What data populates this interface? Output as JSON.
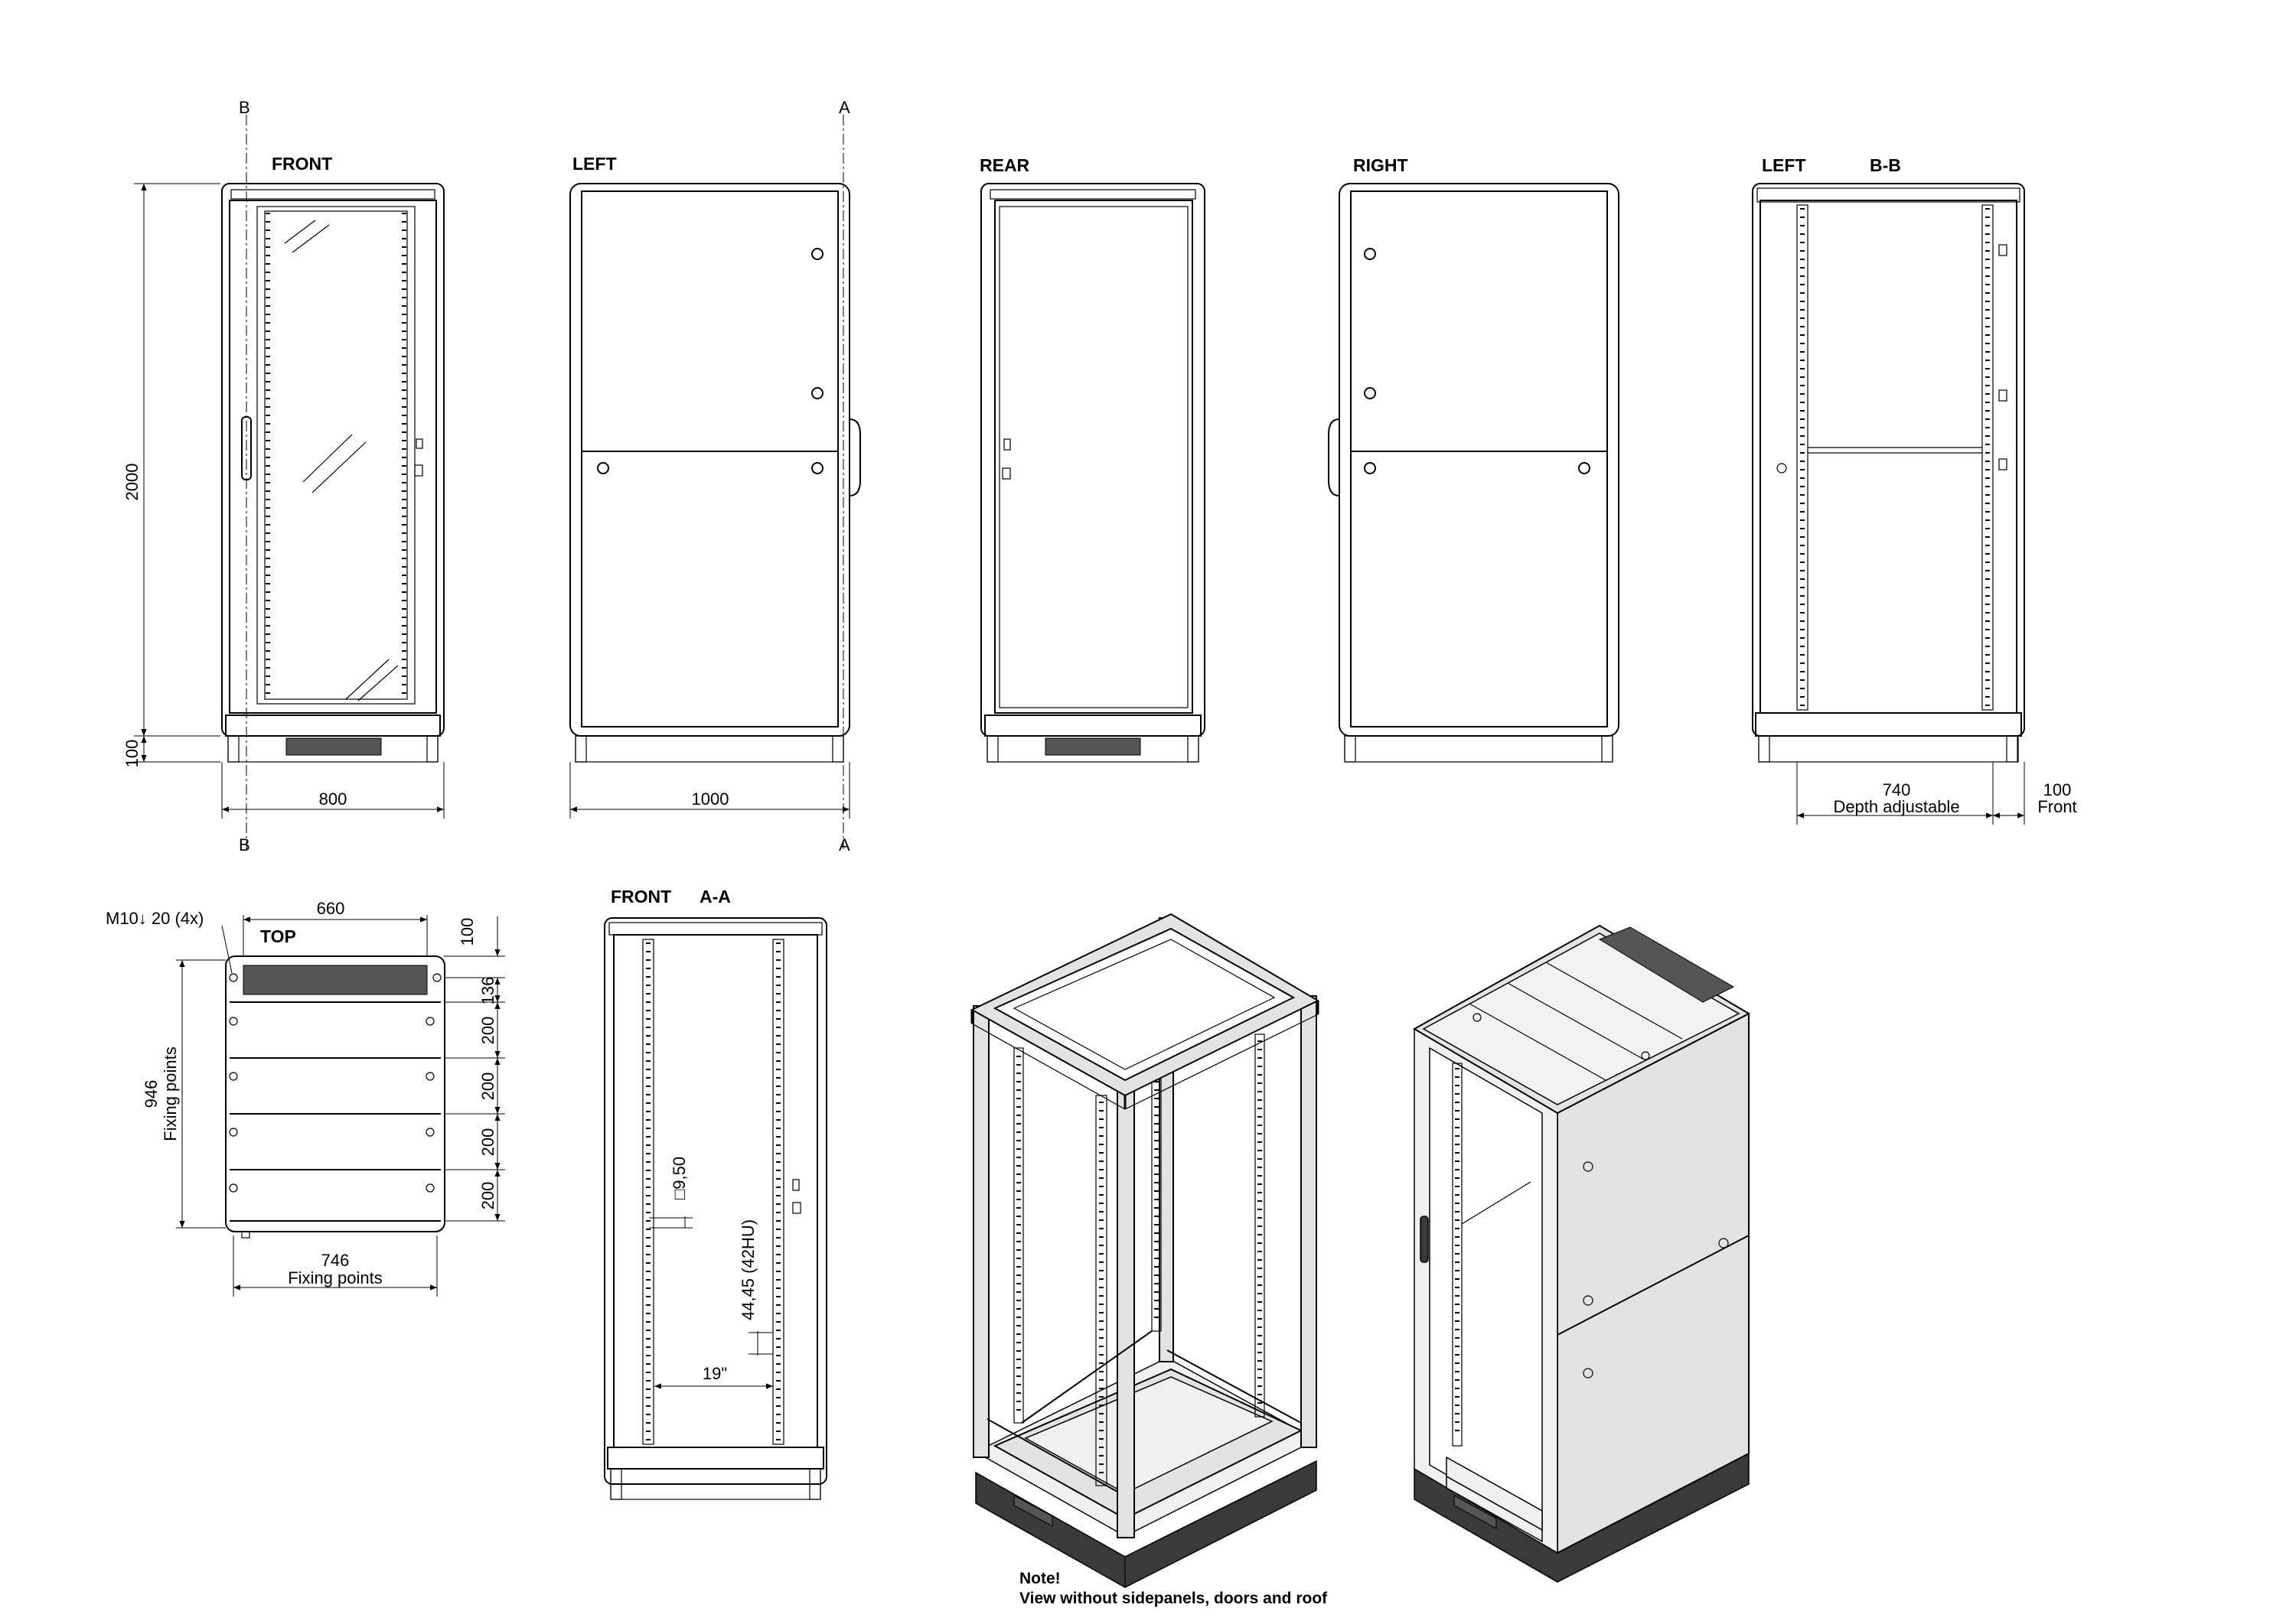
{
  "views": {
    "front": "FRONT",
    "left": "LEFT",
    "rear": "REAR",
    "right": "RIGHT",
    "left_bb": "LEFT",
    "section_bb": "B-B",
    "top": "TOP",
    "front_aa": "FRONT",
    "section_aa": "A-A"
  },
  "section_marks": {
    "b": "B",
    "a": "A"
  },
  "dimensions": {
    "height": "2000",
    "plinth": "100",
    "width": "800",
    "depth": "1000",
    "depth_adj_value": "740",
    "depth_adj_label": "Depth adjustable",
    "front_value": "100",
    "front_label": "Front",
    "thread": "M10↓ 20 (4x)",
    "top_width": "660",
    "top_100": "100",
    "top_136": "136",
    "pitch_200": "200",
    "fix_depth_value": "946",
    "fix_depth_label": "Fixing points",
    "fix_width_value": "746",
    "fix_width_label": "Fixing points",
    "square_hole": "□9,50",
    "hu": "44,45 (42HU)",
    "rack_width": "19\""
  },
  "note": {
    "title": "Note!",
    "text": "View without sidepanels, doors and roof"
  }
}
